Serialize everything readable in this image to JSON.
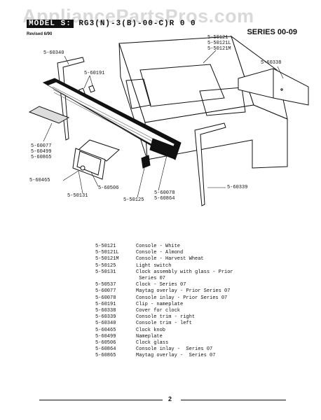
{
  "watermark": "AppliancePartsPros.com",
  "header": {
    "title_boxed": "MODEL S:",
    "title_rest": "RG3(N)-3(B)-00-C)R 0 0",
    "revised": "Revised 6/90",
    "series": "SERIES 00-09"
  },
  "callouts": {
    "c50121": "5-50121",
    "c50121L": "5-50121L",
    "c50121M": "5-50121M",
    "c60338": "5-60338",
    "c60340": "5-60340",
    "c60191": "5-60191",
    "c60077": "5-60077",
    "c60499": "5-60499",
    "c60865": "5-60865",
    "c60465": "5-60465",
    "c60506": "5-60506",
    "c50131": "5-50131",
    "c50125": "5-50125",
    "c60078": "5-60078",
    "c60864": "5-60864",
    "c60339": "5-60339"
  },
  "parts": [
    {
      "pn": "5-50121",
      "desc": "Console - White"
    },
    {
      "pn": "5-50121L",
      "desc": "Console - Almond"
    },
    {
      "pn": "5-50121M",
      "desc": "Console - Harvest Wheat"
    },
    {
      "pn": "5-50125",
      "desc": "Light switch"
    },
    {
      "pn": "5-50131",
      "desc": "Clock assembly with glass - Prior"
    },
    {
      "pn": "",
      "desc": " Series 07"
    },
    {
      "pn": "5-50537",
      "desc": "Clock - Series 07"
    },
    {
      "pn": "5-60077",
      "desc": "Maytag overlay - Prior Series 07"
    },
    {
      "pn": "5-60078",
      "desc": "Console inlay - Prior Series 07"
    },
    {
      "pn": "5-60191",
      "desc": "Clip - nameplate"
    },
    {
      "pn": "5-60338",
      "desc": "Cover for clock"
    },
    {
      "pn": "5-60339",
      "desc": "Console trim - right"
    },
    {
      "pn": "5-60340",
      "desc": "Console trim - left"
    },
    {
      "pn": "5-60465",
      "desc": "Clock knob"
    },
    {
      "pn": "5-60499",
      "desc": "Nameplate"
    },
    {
      "pn": "5-60506",
      "desc": "Clock glass"
    },
    {
      "pn": "5-60864",
      "desc": "Console inlay -  Series 07"
    },
    {
      "pn": "5-60865",
      "desc": "Maytag overlay -  Series 07"
    }
  ],
  "footer": {
    "page": "2"
  }
}
